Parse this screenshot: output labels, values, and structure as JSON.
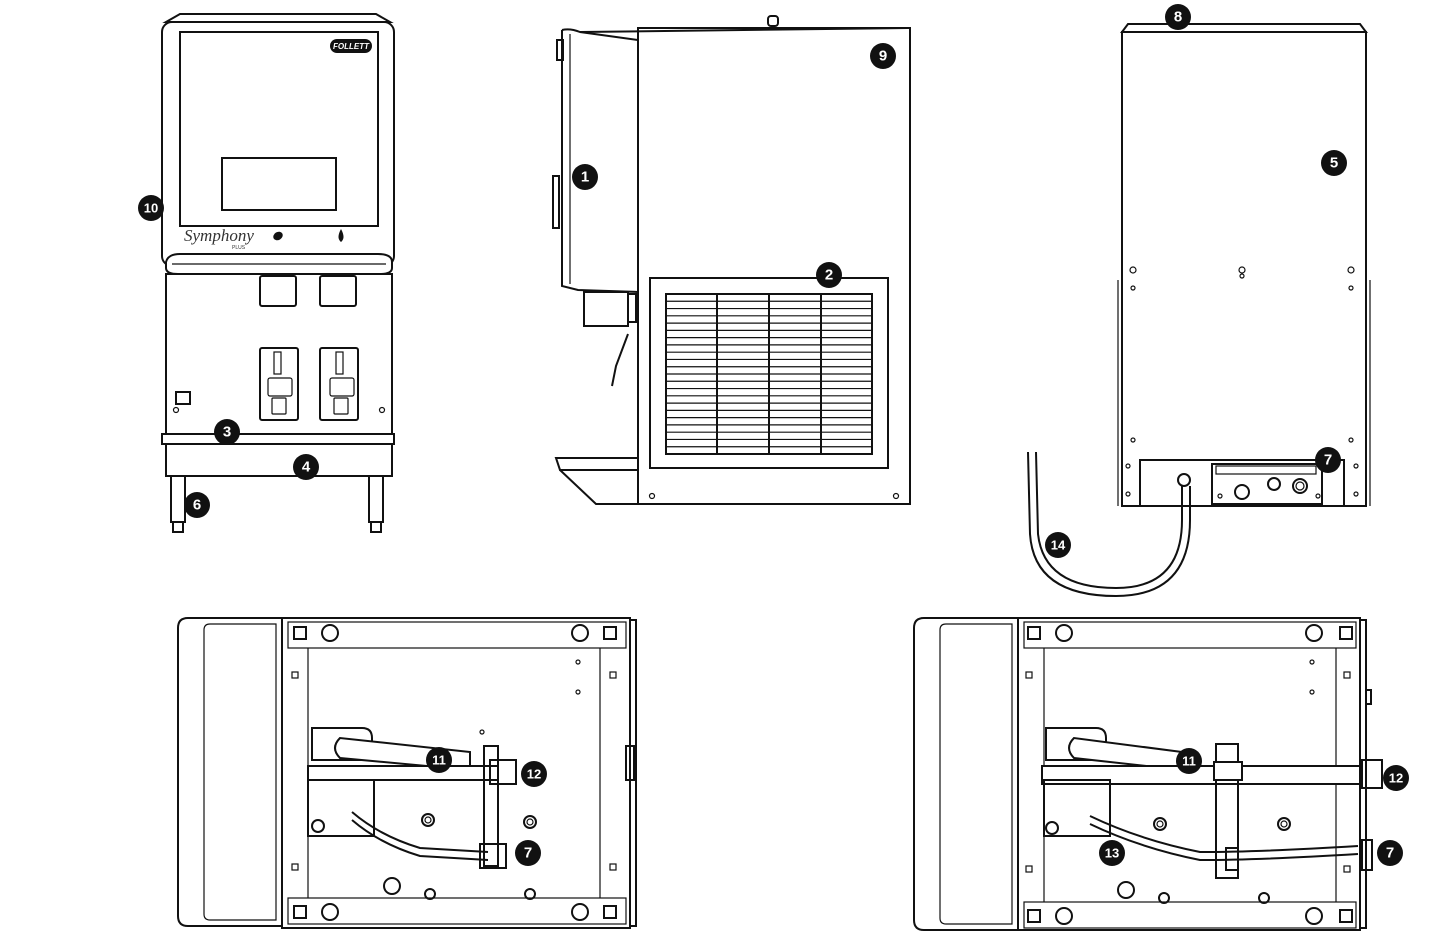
{
  "figure": {
    "brand_logo_text": "FOLLETT",
    "product_name": "Symphony",
    "product_subtext": "PLUS"
  },
  "views": [
    "front-view",
    "side-view",
    "rear-view",
    "bottom-view-left",
    "bottom-view-right"
  ],
  "callouts": [
    {
      "id": "c1",
      "label": "1"
    },
    {
      "id": "c2",
      "label": "2"
    },
    {
      "id": "c3",
      "label": "3"
    },
    {
      "id": "c4",
      "label": "4"
    },
    {
      "id": "c5",
      "label": "5"
    },
    {
      "id": "c6",
      "label": "6"
    },
    {
      "id": "c7a",
      "label": "7"
    },
    {
      "id": "c7b",
      "label": "7"
    },
    {
      "id": "c7c",
      "label": "7"
    },
    {
      "id": "c8",
      "label": "8"
    },
    {
      "id": "c9",
      "label": "9"
    },
    {
      "id": "c10",
      "label": "10"
    },
    {
      "id": "c11a",
      "label": "11"
    },
    {
      "id": "c11b",
      "label": "11"
    },
    {
      "id": "c12a",
      "label": "12"
    },
    {
      "id": "c12b",
      "label": "12"
    },
    {
      "id": "c13",
      "label": "13"
    },
    {
      "id": "c14",
      "label": "14"
    }
  ]
}
